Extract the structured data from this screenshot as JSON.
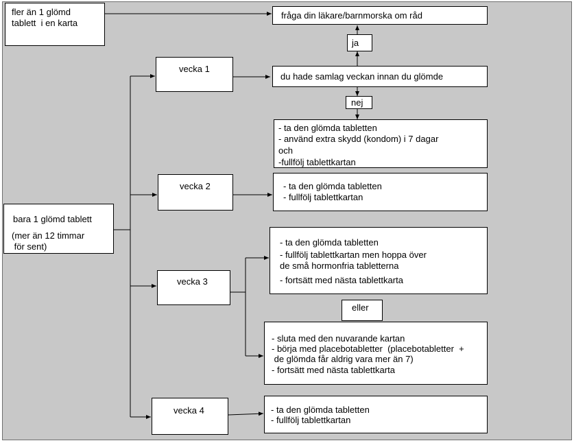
{
  "boxes": {
    "fler": [
      "fler än 1 glömd",
      "tablett  i en karta"
    ],
    "fraga": "fråga din läkare/barnmorska om råd",
    "ja": "ja",
    "vecka1": "vecka 1",
    "samlag": "du hade samlag veckan innan du glömde",
    "nej": "nej",
    "v1_action": [
      "- ta den glömda tabletten",
      "- använd extra skydd (kondom) i 7 dagar",
      "och",
      "-fullfölj tablettkartan"
    ],
    "vecka2": "vecka 2",
    "v2_action": [
      "- ta den glömda tabletten",
      "- fullfölj tablettkartan"
    ],
    "bara": "bara 1 glömd tablett",
    "bara_note": [
      "(mer än 12 timmar",
      " för sent)"
    ],
    "v3_option_a": [
      "- ta den glömda tabletten",
      "- fullfölj tablettkartan men hoppa över",
      "de små hormonfria tabletterna",
      "- fortsätt med nästa tablettkarta"
    ],
    "vecka3": "vecka 3",
    "eller": "eller",
    "v3_option_b": [
      "- sluta med den nuvarande kartan",
      "- börja med placebotabletter  (placebotabletter  +",
      " de glömda får aldrig vara mer än 7)",
      "- fortsätt med nästa tablettkarta"
    ],
    "vecka4": "vecka 4",
    "v4_action": [
      "- ta den glömda tabletten",
      "- fullfölj tablettkartan"
    ]
  }
}
